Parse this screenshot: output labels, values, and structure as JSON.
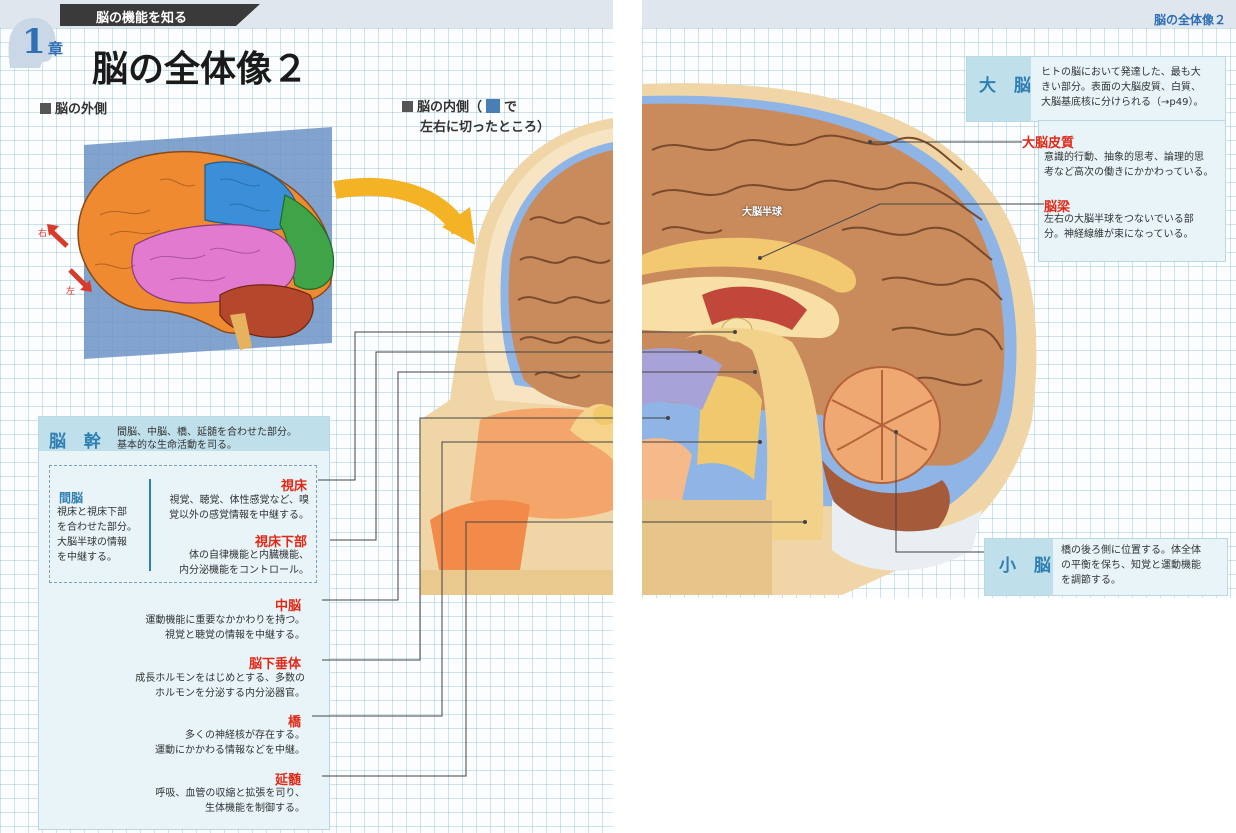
{
  "left_page": {
    "section_tab": "脳の機能を知る",
    "chapter_num": "1",
    "chapter_suffix": "章",
    "title": "脳の全体像２",
    "outer_label": "脳の外側",
    "inner_label_a": "脳の内側（",
    "inner_label_b": "で",
    "inner_label_c": "左右に切ったところ）",
    "arrow_right": "右",
    "arrow_left": "左"
  },
  "right_page": {
    "section_tab": "脳の全体像２"
  },
  "brainstem_box": {
    "title": "脳 幹",
    "desc1": "間脳、中脳、橋、延髄を合わせた部分。",
    "desc2": "基本的な生命活動を司る。",
    "diencephalon": {
      "term": "間脳",
      "desc": [
        "視床と視床下部",
        "を合わせた部分。",
        "大脳半球の情報",
        "を中継する。"
      ]
    },
    "thalamus": {
      "term": "視床",
      "desc": [
        "視覚、聴覚、体性感覚など、嗅",
        "覚以外の感覚情報を中継する。"
      ]
    },
    "hypothalamus": {
      "term": "視床下部",
      "desc": [
        "体の自律機能と内臓機能、",
        "内分泌機能をコントロール。"
      ]
    },
    "midbrain": {
      "term": "中脳",
      "desc": [
        "運動機能に重要なかかわりを持つ。",
        "視覚と聴覚の情報を中継する。"
      ]
    },
    "pituitary": {
      "term": "脳下垂体",
      "desc": [
        "成長ホルモンをはじめとする、多数の",
        "ホルモンを分泌する内分泌器官。"
      ]
    },
    "pons": {
      "term": "橋",
      "desc": [
        "多くの神経核が存在する。",
        "運動にかかわる情報などを中継。"
      ]
    },
    "medulla": {
      "term": "延髄",
      "desc": [
        "呼吸、血管の収縮と拡張を司り、",
        "生体機能を制御する。"
      ]
    }
  },
  "cerebrum_box": {
    "title": "大 脳",
    "desc": [
      "ヒトの脳において発達した、最も大",
      "きい部分。表面の大脳皮質、白質、",
      "大脳基底核に分けられる（→p49）。"
    ],
    "cortex": {
      "term": "大脳皮質",
      "desc": [
        "意識的行動、抽象的思考、論理的思",
        "考など高次の働きにかかわっている。"
      ]
    },
    "corpus_callosum": {
      "term": "脳梁",
      "desc": [
        "左右の大脳半球をつないでいる部",
        "分。神経線維が束になっている。"
      ]
    }
  },
  "hemisphere_label": "大脳半球",
  "cerebellum_box": {
    "title": "小 脳",
    "desc": [
      "橋の後ろ側に位置する。体全体",
      "の平衡を保ち、知覚と運動機能",
      "を調節する。"
    ]
  },
  "colors": {
    "term_red": "#e02a18",
    "title_blue": "#2f7fb5",
    "box_bg": "#e8f4f8",
    "brain_tan": "#c98a5c"
  }
}
